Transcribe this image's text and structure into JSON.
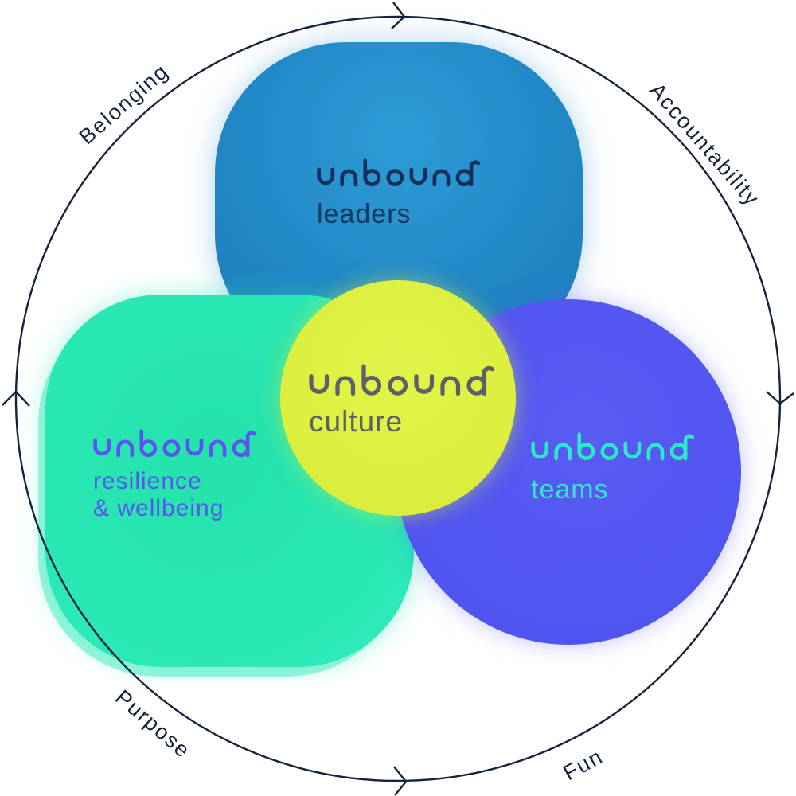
{
  "diagram": {
    "ring": {
      "color": "#15233e",
      "labels": {
        "top_left": "Belonging",
        "top_right": "Accountability",
        "bottom_left": "Purpose",
        "bottom_right": "Fun"
      }
    },
    "groups": {
      "leaders": {
        "brand": "unbound",
        "name": "leaders",
        "bg_color": "#2188c6",
        "text_color": "#173763"
      },
      "resilience": {
        "brand": "unbound",
        "name_line1": "resilience",
        "name_line2": "& wellbeing",
        "bg_color": "#29e7b3",
        "text_color": "#5a55f0"
      },
      "teams": {
        "brand": "unbound",
        "name": "teams",
        "bg_color": "#5458f0",
        "text_color": "#2ee9c7"
      },
      "culture": {
        "brand": "unbound",
        "name": "culture",
        "bg_color": "#dcee3e",
        "text_color": "#5d6167"
      }
    }
  }
}
